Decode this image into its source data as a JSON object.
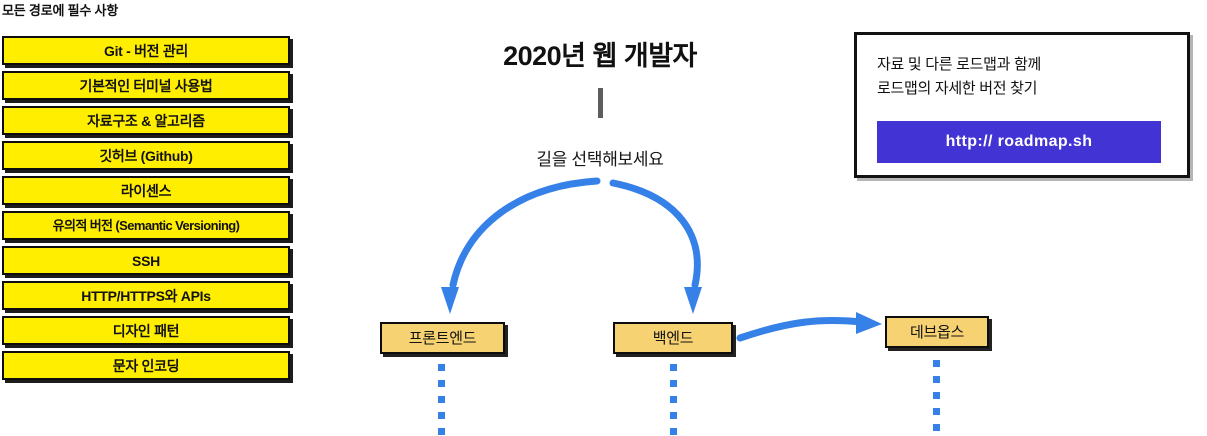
{
  "left_column": {
    "header": "모든 경로에 필수 사항",
    "items": [
      {
        "label": "Git - 버전 관리"
      },
      {
        "label": "기본적인 터미널 사용법"
      },
      {
        "label": "자료구조 & 알고리즘"
      },
      {
        "label": "깃허브 (Github)"
      },
      {
        "label": "라이센스"
      },
      {
        "label": "유의적 버전 (Semantic Versioning)"
      },
      {
        "label": "SSH"
      },
      {
        "label": "HTTP/HTTPS와 APIs"
      },
      {
        "label": "디자인 패턴"
      },
      {
        "label": "문자 인코딩"
      }
    ]
  },
  "center": {
    "title": "2020년 웹 개발자",
    "choose_path": "길을 선택해보세요",
    "branches": [
      {
        "label": "프론트엔드"
      },
      {
        "label": "백엔드"
      },
      {
        "label": "데브옵스"
      }
    ]
  },
  "info_panel": {
    "line1": "자료 및 다른 로드맵과 함께",
    "line2": "로드맵의 자세한 버전 찾기",
    "link_label": "http:// roadmap.sh"
  },
  "colors": {
    "required_box_fill": "#ffee00",
    "branch_box_fill": "#f7d272",
    "arrow_blue": "#3581e8",
    "link_button": "#4133d4",
    "outline": "#0d0d0d"
  }
}
